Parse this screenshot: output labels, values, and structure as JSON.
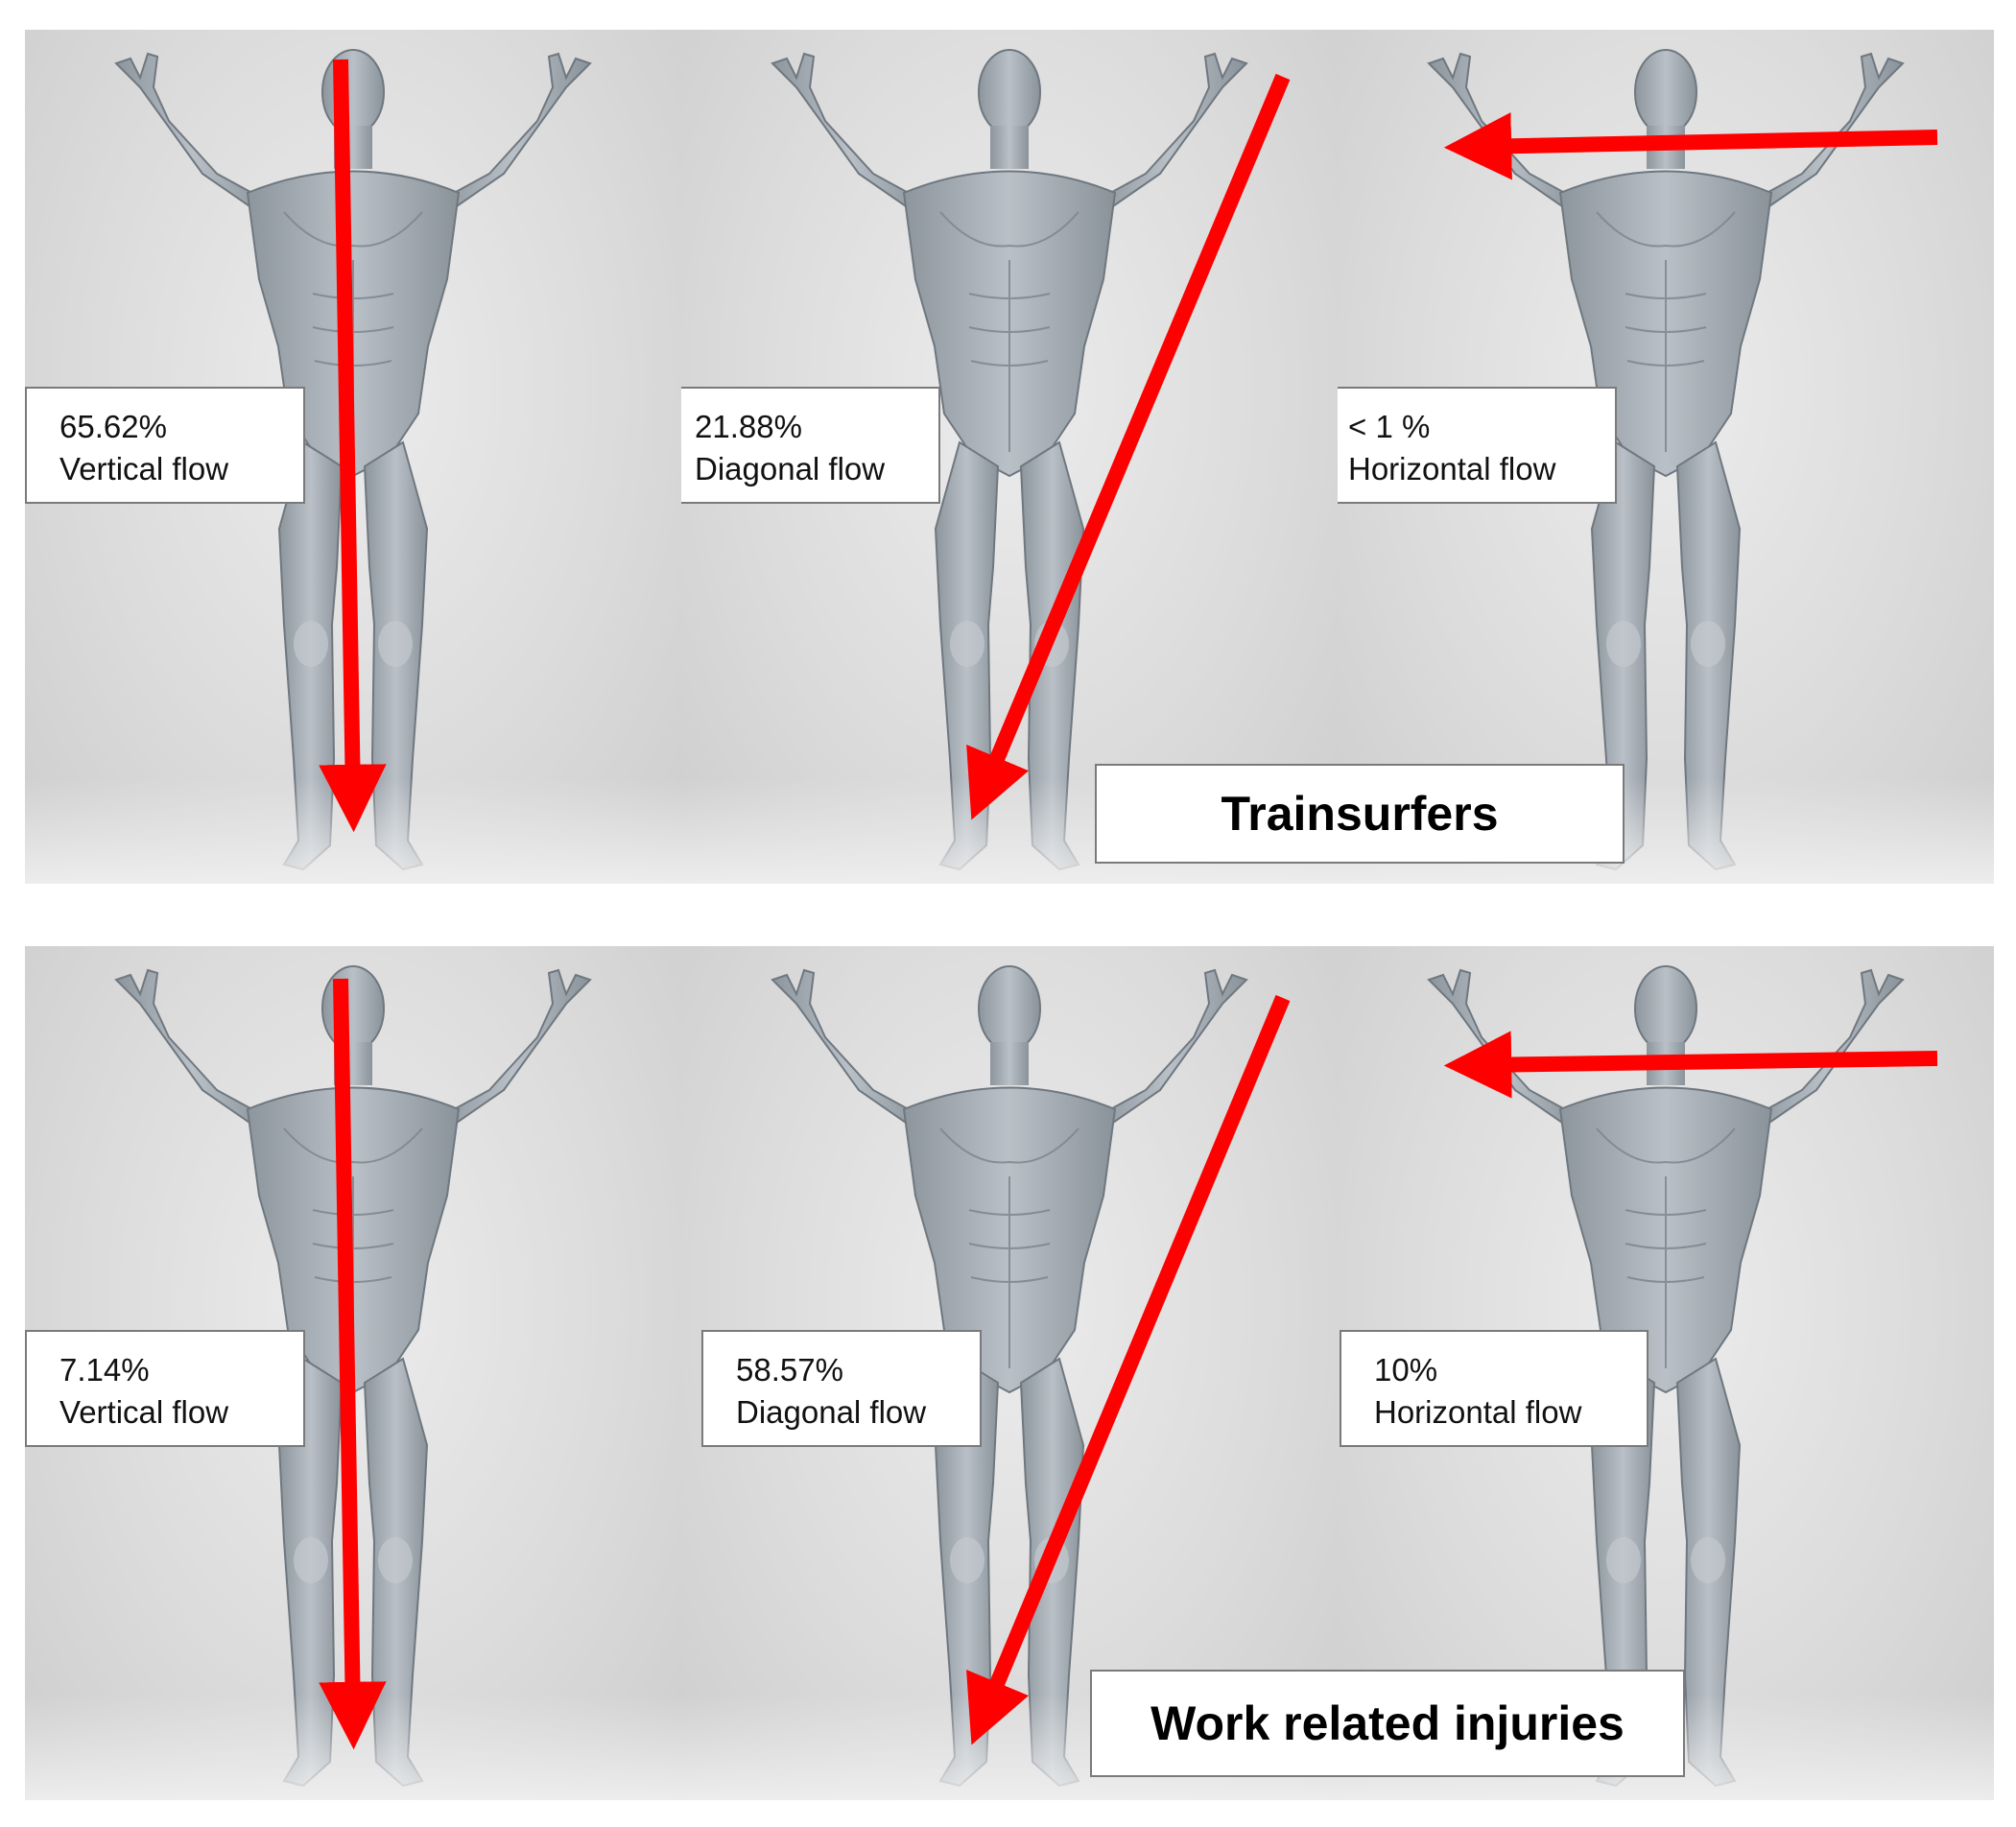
{
  "groups": [
    {
      "title": "Trainsurfers",
      "panels": [
        {
          "percent": "65.62%",
          "flow": "Vertical flow"
        },
        {
          "percent": "21.88%",
          "flow": "Diagonal flow"
        },
        {
          "percent": "< 1 %",
          "flow": "Horizontal flow"
        }
      ]
    },
    {
      "title": "Work related injuries",
      "panels": [
        {
          "percent": "7.14%",
          "flow": "Vertical flow"
        },
        {
          "percent": "58.57%",
          "flow": "Diagonal flow"
        },
        {
          "percent": "10%",
          "flow": "Horizontal flow"
        }
      ]
    }
  ],
  "colors": {
    "arrow": "#ff0000",
    "figure": "#a9b0b7",
    "figure_shadow": "#7f878f",
    "background": "#dcdcdc"
  },
  "icons": [
    "muscular-human-figure",
    "red-arrow"
  ]
}
